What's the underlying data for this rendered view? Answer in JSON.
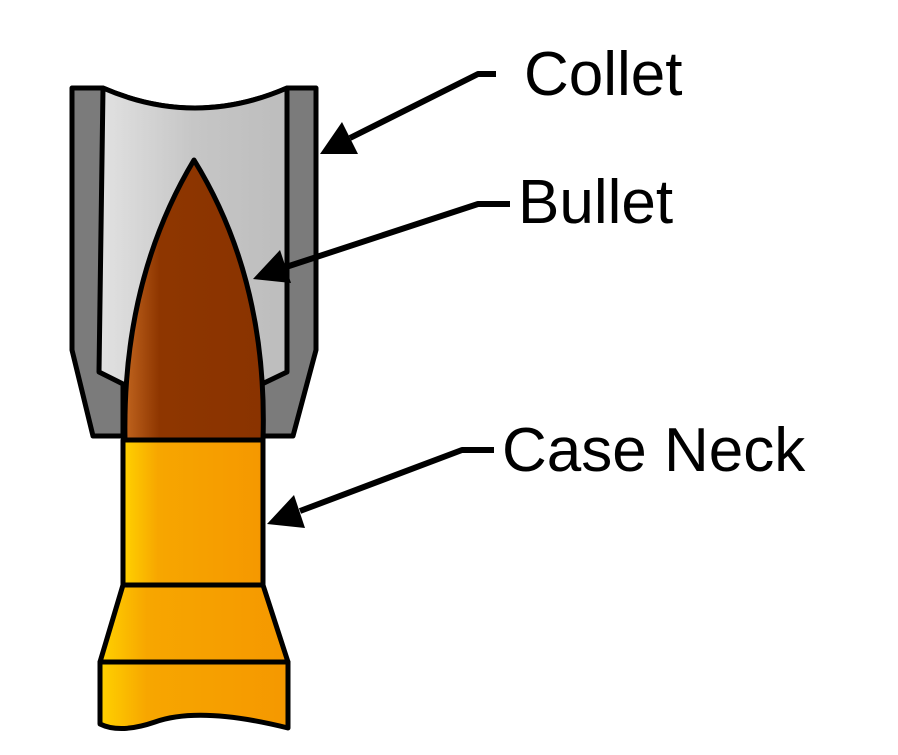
{
  "labels": {
    "collet": "Collet",
    "bullet": "Bullet",
    "case_neck": "Case Neck"
  },
  "colors": {
    "collet_outer": "#7a7a7a",
    "collet_inner": "#c9c9c9",
    "bullet": "#8b3300",
    "case": "#f7a000",
    "outline": "#000000",
    "background": "#ffffff"
  }
}
